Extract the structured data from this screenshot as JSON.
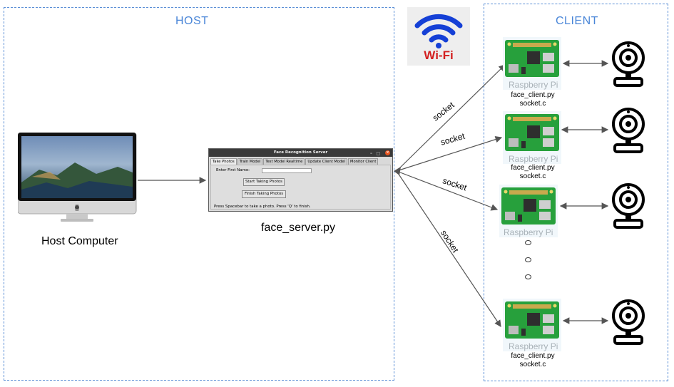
{
  "regions": {
    "host_title": "HOST",
    "client_title": "CLIENT"
  },
  "host": {
    "computer_caption": "Host Computer",
    "server_caption": "face_server.py"
  },
  "wifi": {
    "label": "Wi-Fi"
  },
  "app_window": {
    "title": "Face Recognition Server",
    "tabs": [
      "Take Photos",
      "Train Model",
      "Test Model Realtime",
      "Update Client Model",
      "Monitor Client"
    ],
    "active_tab": "Take Photos",
    "first_name_label": "Enter First Name:",
    "first_name_value": "",
    "start_button": "Start Taking Photos",
    "finish_button": "Finish Taking Photos",
    "status_text": "Press Spacebar to take a photo. Press 'Q' to finish."
  },
  "connections": {
    "socket_label": "socket"
  },
  "clients": [
    {
      "board_label": "Raspberry Pi",
      "files": [
        "face_client.py",
        "socket.c"
      ]
    },
    {
      "board_label": "Raspberry Pi",
      "files": [
        "face_client.py",
        "socket.c"
      ]
    },
    {
      "board_label": "Raspberry Pi",
      "files": []
    },
    {
      "board_label": "Raspberry Pi",
      "files": [
        "face_client.py",
        "socket.c"
      ]
    }
  ],
  "colors": {
    "region_border": "#5b8fd6",
    "region_title": "#4a86d8",
    "wifi_blue": "#1540d6",
    "wifi_red": "#d32020",
    "pcb_green": "#27a03c",
    "connector": "#555555"
  }
}
